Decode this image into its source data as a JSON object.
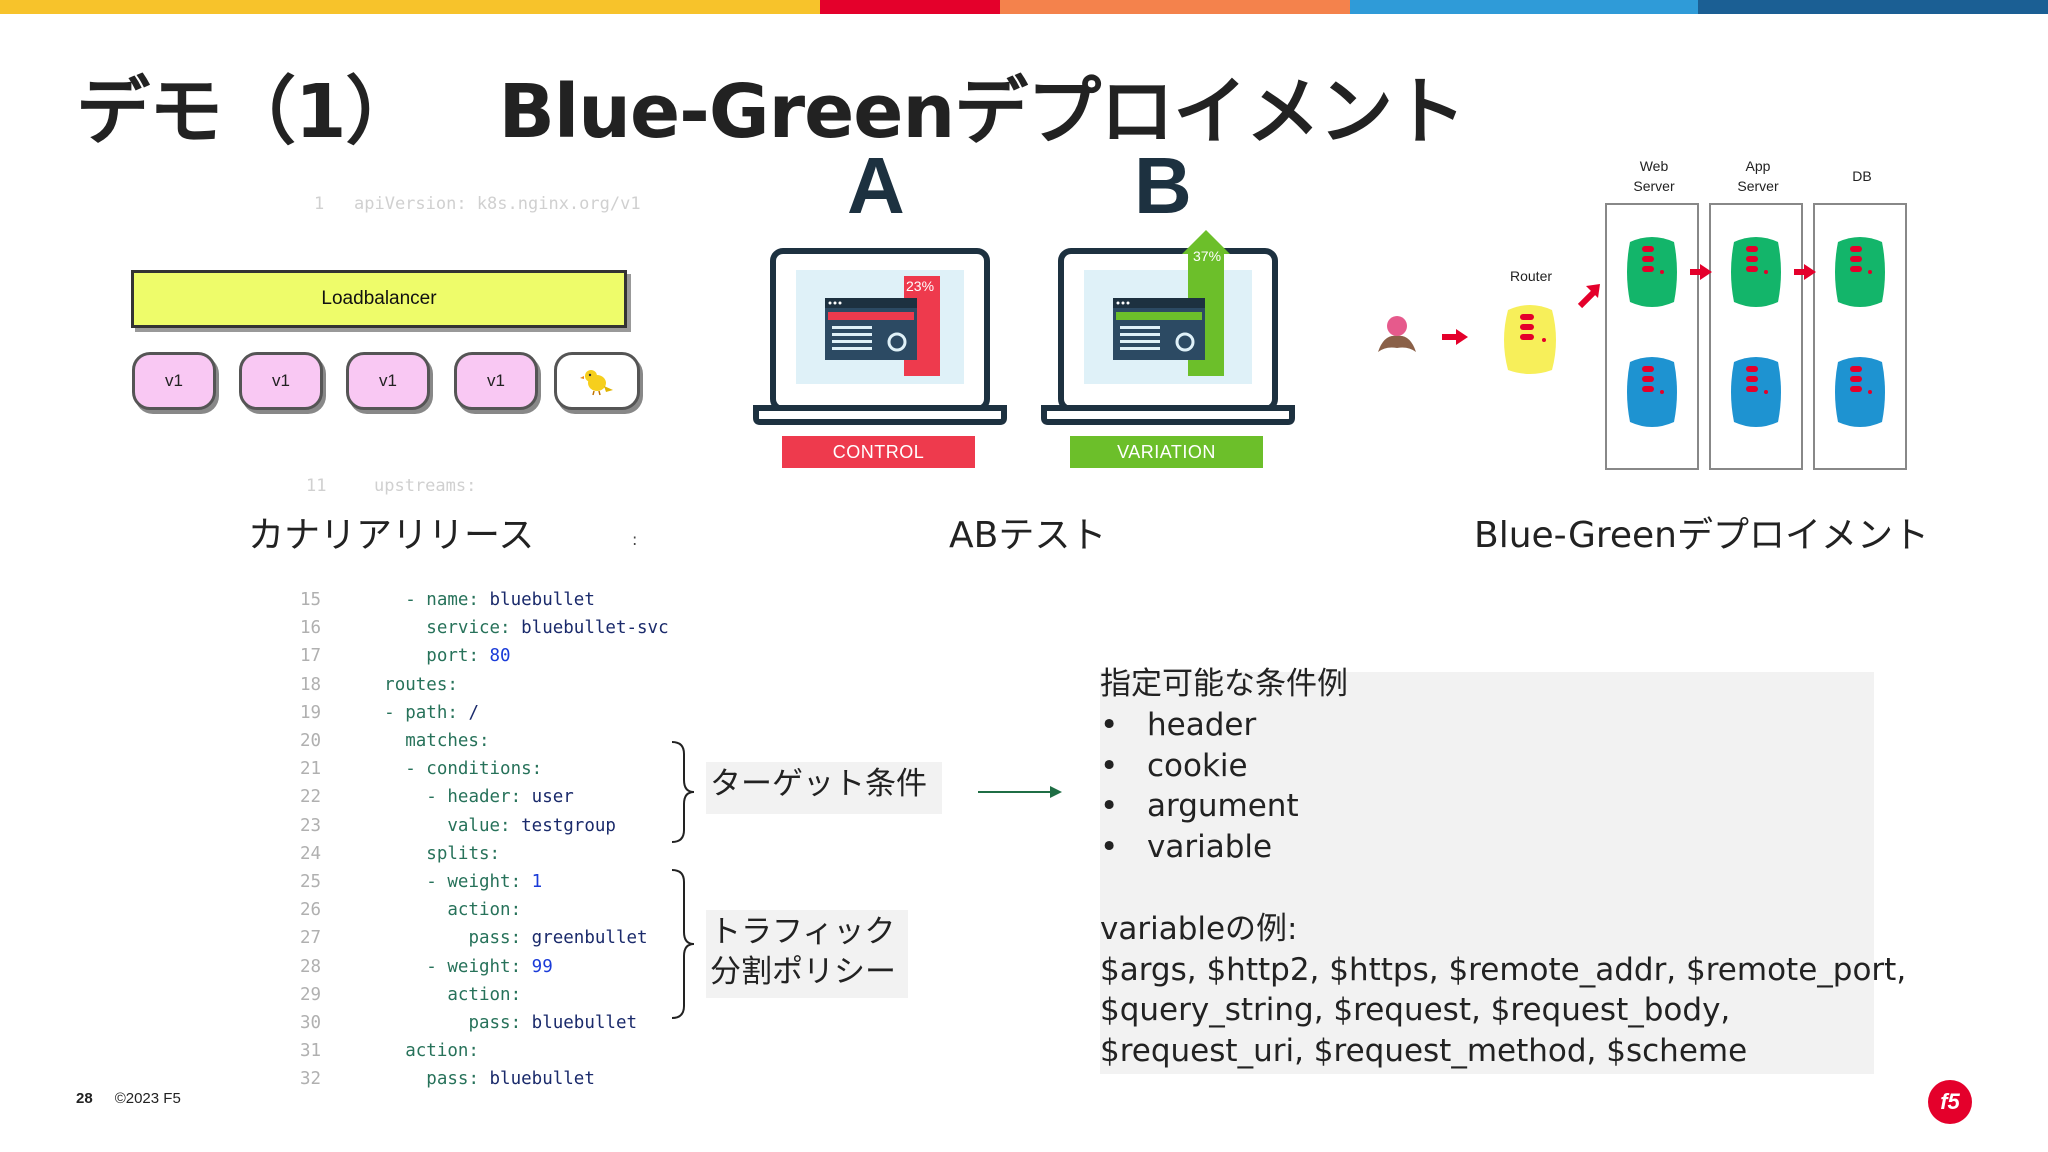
{
  "slide": {
    "title_part1": "デモ（1）",
    "title_part2": "Blue-Greenデプロイメント",
    "page_number": "28",
    "copyright": "©2023 F5",
    "logo_text": "f5"
  },
  "top_bar_colors": [
    "#f7c32b",
    "#e4002b",
    "#f4824c",
    "#2f9bd8",
    "#1b5f94"
  ],
  "canary": {
    "ghost_code_top": "apiVersion: k8s.nginx.org/v1",
    "ghost_code_bottom": "upstreams:",
    "ghost_line_numbers_top": "1",
    "ghost_line_numbers_bottom": "11",
    "loadbalancer_label": "Loadbalancer",
    "pods": [
      "v1",
      "v1",
      "v1",
      "v1"
    ],
    "canary_pod_icon": "canary-bird-icon",
    "label": "カナリアリリース"
  },
  "ab_test": {
    "letter_a": "A",
    "letter_b": "B",
    "control_label": "CONTROL",
    "variation_label": "VARIATION",
    "control_percent": "23%",
    "variation_percent": "37%",
    "label": "ABテスト",
    "control_color": "#ee3a4d",
    "variation_color": "#6cbf2a"
  },
  "blue_green": {
    "columns": [
      "Web\nServer",
      "App\nServer",
      "DB"
    ],
    "router_label": "Router",
    "label": "Blue-Greenデプロイメント",
    "green_color": "#13b56a",
    "blue_color": "#1e93d1"
  },
  "code": {
    "lines": [
      {
        "num": "15",
        "indent": 2,
        "key": "- name: ",
        "value": "bluebullet"
      },
      {
        "num": "16",
        "indent": 4,
        "key": "service: ",
        "value": "bluebullet-svc"
      },
      {
        "num": "17",
        "indent": 4,
        "key": "port: ",
        "value": "80"
      },
      {
        "num": "18",
        "indent": 0,
        "key": "routes:",
        "value": ""
      },
      {
        "num": "19",
        "indent": 0,
        "key": "- path: ",
        "value": "/"
      },
      {
        "num": "20",
        "indent": 2,
        "key": "matches:",
        "value": ""
      },
      {
        "num": "21",
        "indent": 2,
        "key": "- conditions:",
        "value": ""
      },
      {
        "num": "22",
        "indent": 4,
        "key": "- header: ",
        "value": "user"
      },
      {
        "num": "23",
        "indent": 6,
        "key": "value: ",
        "value": "testgroup"
      },
      {
        "num": "24",
        "indent": 4,
        "key": "splits:",
        "value": ""
      },
      {
        "num": "25",
        "indent": 4,
        "key": "- weight: ",
        "value": "1"
      },
      {
        "num": "26",
        "indent": 6,
        "key": "action:",
        "value": ""
      },
      {
        "num": "27",
        "indent": 8,
        "key": "pass: ",
        "value": "greenbullet"
      },
      {
        "num": "28",
        "indent": 4,
        "key": "- weight: ",
        "value": "99"
      },
      {
        "num": "29",
        "indent": 6,
        "key": "action:",
        "value": ""
      },
      {
        "num": "30",
        "indent": 8,
        "key": "pass: ",
        "value": "bluebullet"
      },
      {
        "num": "31",
        "indent": 2,
        "key": "action:",
        "value": ""
      },
      {
        "num": "32",
        "indent": 4,
        "key": "pass: ",
        "value": "bluebullet"
      }
    ]
  },
  "callouts": {
    "target_condition": "ターゲット条件",
    "traffic_line1": "トラフィック",
    "traffic_line2": "分割ポリシー"
  },
  "conditions": {
    "heading": "指定可能な条件例",
    "items": [
      "header",
      "cookie",
      "argument",
      "variable"
    ],
    "bullet": "•",
    "variable_heading": "variableの例:",
    "variable_lines": [
      "$args, $http2, $https, $remote_addr, $remote_port,",
      "$query_string, $request, $request_body,",
      "$request_uri, $request_method, $scheme"
    ]
  },
  "stray_mark": ":"
}
